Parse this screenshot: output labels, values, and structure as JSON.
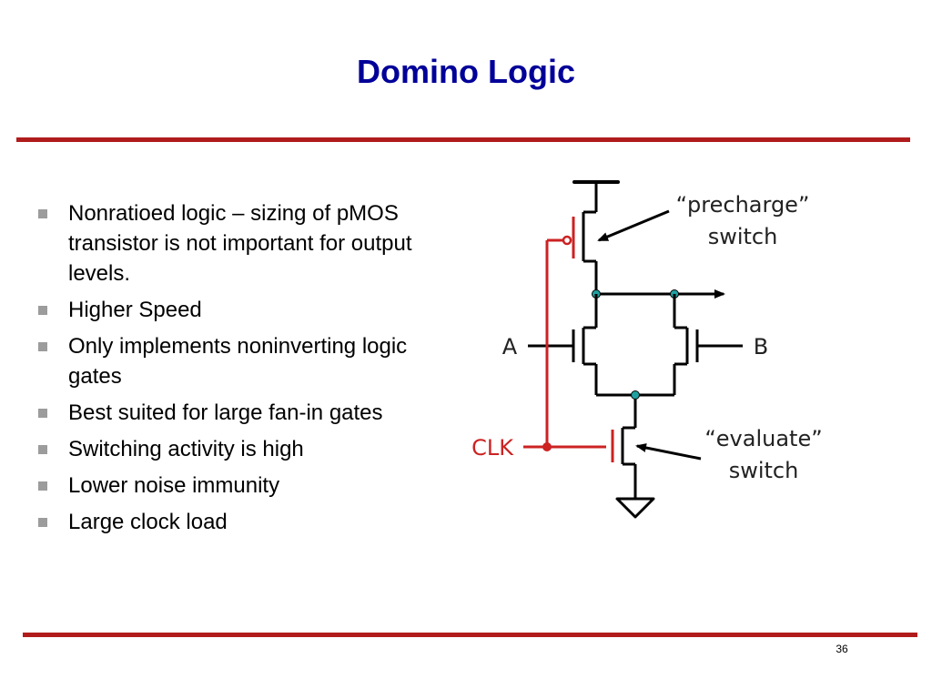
{
  "slide": {
    "title": "Domino Logic",
    "page_number": "36"
  },
  "bullets": [
    "Nonratioed logic – sizing of pMOS transistor is not important for output levels.",
    "Higher Speed",
    "Only implements noninverting logic gates",
    "Best suited for large fan-in gates",
    "Switching activity is high",
    "Lower noise immunity",
    "Large clock load"
  ],
  "circuit": {
    "precharge_label_line1": "“precharge”",
    "precharge_label_line2": "switch",
    "evaluate_label_line1": "“evaluate”",
    "evaluate_label_line2": "switch",
    "input_a": "A",
    "input_b": "B",
    "clock": "CLK",
    "colors": {
      "wire": "#000000",
      "clock_wire": "#cc2222",
      "node_dot": "#20a0a0"
    }
  }
}
